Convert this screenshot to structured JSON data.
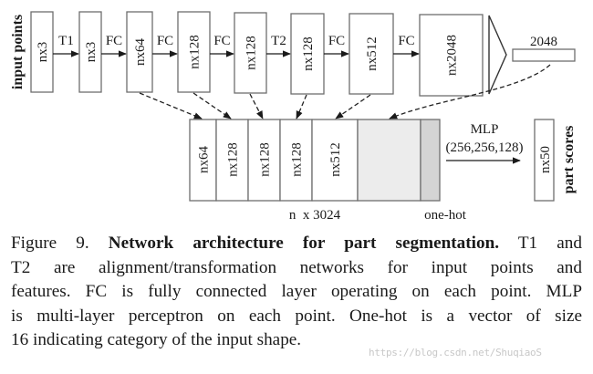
{
  "figure": {
    "side_labels": {
      "input": "input points",
      "output": "part scores"
    },
    "top_row": [
      {
        "label": "nx3"
      },
      {
        "label": "nx3"
      },
      {
        "label": "nx64"
      },
      {
        "label": "nx128"
      },
      {
        "label": "nx128"
      },
      {
        "label": "nx128"
      },
      {
        "label": "nx512"
      },
      {
        "label": "nx2048"
      }
    ],
    "top_arrows": [
      "T1",
      "FC",
      "FC",
      "FC",
      "T2",
      "FC",
      "FC"
    ],
    "global_feature_label": "2048",
    "bottom_row": [
      {
        "label": "nx64"
      },
      {
        "label": "nx128"
      },
      {
        "label": "nx128"
      },
      {
        "label": "nx128"
      },
      {
        "label": "nx512"
      },
      {
        "label": ""
      },
      {
        "label": ""
      }
    ],
    "concat_label": "n  x 3024",
    "onehot_label": "one-hot",
    "mlp_label": "MLP",
    "mlp_dims": "(256,256,128)",
    "output_box": "nx50",
    "colors": {
      "box_stroke": "#6e6e6e",
      "global_block_fill": "#ececec",
      "onehot_fill": "#d4d4d4",
      "watermark": "#c8c8c8"
    }
  },
  "caption": {
    "figure_number": "Figure 9.",
    "title": "Network architecture for part segmentation.",
    "lines": [
      " T1 and",
      "T2 are alignment/transformation networks for input points and",
      "features. FC is fully connected layer operating on each point. MLP",
      "is multi-layer perceptron on each point. One-hot is a vector of size",
      "16 indicating category of the input shape."
    ]
  },
  "watermark": "https://blog.csdn.net/ShuqiaoS"
}
